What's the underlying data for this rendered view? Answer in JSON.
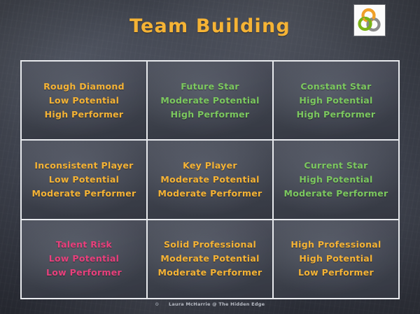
{
  "header": {
    "title": "Team Building",
    "title_color": "#f5b335",
    "logo": {
      "name": "hidden-edge-interlocking-rings-logo",
      "ring_colors": [
        "#f0a029",
        "#7ab317",
        "#8a8a8a"
      ]
    }
  },
  "colors": {
    "background": "#3c404c",
    "cell_background": "#474b57",
    "grid_line": "#e8eaee",
    "orange": "#f5b335",
    "green": "#7cc85f",
    "pink": "#e8407c"
  },
  "matrix": {
    "rows": 3,
    "columns": 3,
    "cells": [
      {
        "title": "Rough Diamond",
        "potential": "Low Potential",
        "performance": "High Performer",
        "color": "#f5b335"
      },
      {
        "title": "Future Star",
        "potential": "Moderate Potential",
        "performance": "High Performer",
        "color": "#7cc85f"
      },
      {
        "title": "Constant Star",
        "potential": "High Potential",
        "performance": "High Performer",
        "color": "#7cc85f"
      },
      {
        "title": "Inconsistent Player",
        "potential": "Low Potential",
        "performance": "Moderate Performer",
        "color": "#f5b335"
      },
      {
        "title": "Key Player",
        "potential": "Moderate Potential",
        "performance": "Moderate Performer",
        "color": "#f5b335"
      },
      {
        "title": "Current Star",
        "potential": "High Potential",
        "performance": "Moderate Performer",
        "color": "#7cc85f"
      },
      {
        "title": "Talent Risk",
        "potential": "Low Potential",
        "performance": "Low Performer",
        "color": "#e8407c"
      },
      {
        "title": "Solid Professional",
        "potential": "Moderate Potential",
        "performance": "Moderate Performer",
        "color": "#f5b335"
      },
      {
        "title": "High Professional",
        "potential": "High Potential",
        "performance": "Low Performer",
        "color": "#f5b335"
      }
    ]
  },
  "footer": {
    "bullet": "✪",
    "credit": "Laura McHarrie @ The Hidden Edge"
  }
}
